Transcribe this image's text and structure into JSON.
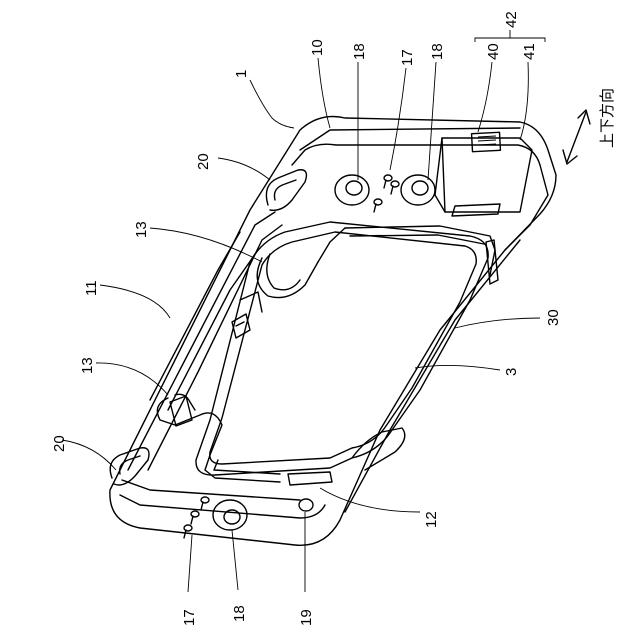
{
  "labels": {
    "device": "1",
    "n10": "10",
    "n11": "11",
    "n12": "12",
    "n13a": "13",
    "n13b": "13",
    "n17a": "17",
    "n17b": "17",
    "n18a": "18",
    "n18b": "18",
    "n18c": "18",
    "n19": "19",
    "n20a": "20",
    "n20b": "20",
    "n3": "3",
    "n30": "30",
    "n40": "40",
    "n41": "41",
    "n42": "42"
  },
  "direction_label": "上下方向"
}
